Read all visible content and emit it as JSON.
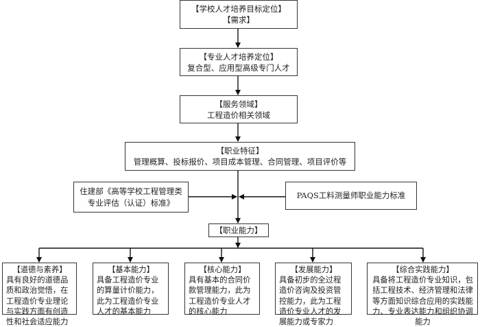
{
  "flow": {
    "school_goal": {
      "title": "【学校人才培养目标定位】",
      "subtitle": "【需求】"
    },
    "major_position": {
      "title": "【专业人才培养定位】",
      "text": "复合型、应用型高级专门人才"
    },
    "service_field": {
      "title": "【服务领域】",
      "text": "工程造价相关领域"
    },
    "job_features": {
      "title": "【职业特征】",
      "text": "管理概算、投标报价、项目成本管理、合同管理、项目评价等"
    },
    "left_standard": {
      "text": "住建部《高等学校工程管理类专业评估（认证）标准》"
    },
    "right_standard": {
      "text": "PAQS工料测量师职业能力标准"
    },
    "competence": {
      "title": "【职业能力】"
    },
    "abilities": [
      {
        "title": "【道德与素养】",
        "text": "具有良好的道德品质和政治觉悟，在工程造价专业理论与实践方面有创造性和社会适应能力"
      },
      {
        "title": "【基本能力】",
        "text": "具备工程造价专业的算量计价能力，此为工程造价专业人才的基本能力"
      },
      {
        "title": "【核心能力】",
        "text": "具有基本的合同价款管理能力，此为工程造价专业人才的核心能力"
      },
      {
        "title": "【发展能力】",
        "text": "具备初步的全过程造价咨询及投资管控能力，此为工程造价专业人才的发展能力或专家力"
      },
      {
        "title": "【综合实践能力】",
        "text": "具备将工程造价专业知识，包括工程技术、经济管理和法律等方面知识综合应用的实践能力、专业表达能力和组织协调能力"
      }
    ]
  }
}
